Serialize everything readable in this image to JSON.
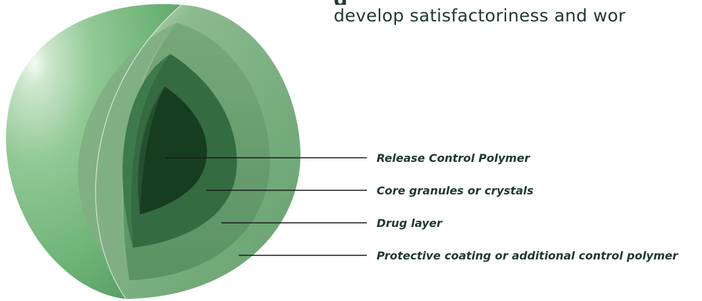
{
  "header": {
    "title_fragment": "g",
    "subtitle": "develop satisfactoriness and wor"
  },
  "layers": [
    {
      "label": "Release Control Polymer",
      "color": "#173d21"
    },
    {
      "label": "Core granules or crystals",
      "color": "#2f6440"
    },
    {
      "label": "Drug layer",
      "color": "#4f8a5d"
    },
    {
      "label": "Protective coating or additional control polymer",
      "color": "#66a371"
    }
  ],
  "colors": {
    "sphere_light": "#cfe8cf",
    "sphere_mid": "#86c38b",
    "sphere_dark": "#57a062",
    "leader_line": "#1a1a1a",
    "text": "#1f3a2c"
  }
}
